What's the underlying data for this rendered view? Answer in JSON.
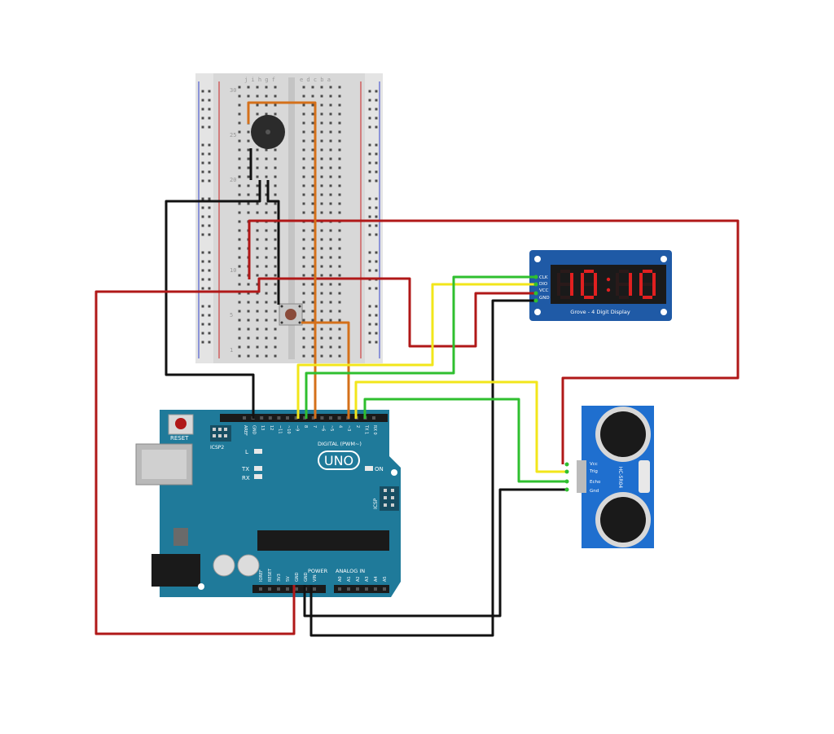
{
  "breadboard": {
    "rows_top": [
      "30",
      "25",
      "20"
    ],
    "rows_bottom": [
      "10",
      "5",
      "1"
    ],
    "cols_left": "j i h g f",
    "cols_right": "e d c b a"
  },
  "display": {
    "digits": "1010",
    "caption": "Grove - 4 Digit Display",
    "pins": [
      "CLK",
      "DIO",
      "VCC",
      "GND"
    ]
  },
  "sensor": {
    "model": "HC-SR04",
    "pins": [
      "Vcc",
      "Trig",
      "Echo",
      "Gnd"
    ]
  },
  "arduino": {
    "logo": "UNO",
    "reset_label": "RESET",
    "icsp2_label": "ICSP2",
    "icsp_label": "ICSP",
    "digital_label": "DIGITAL (PWM~)",
    "power_label": "POWER",
    "analog_label": "ANALOG IN",
    "on_label": "ON",
    "l_label": "L",
    "tx_label": "TX",
    "rx_label": "RX",
    "digital_pins": [
      "AREF",
      "GND",
      "13",
      "12",
      "~11",
      "~10",
      "~9",
      "8",
      "7",
      "~6",
      "~5",
      "4",
      "~3",
      "2",
      "TX 1",
      "RX 0"
    ],
    "power_pins": [
      "IOREF",
      "RESET",
      "3V3",
      "5V",
      "GND",
      "GND",
      "VIN"
    ],
    "analog_pins": [
      "A0",
      "A1",
      "A2",
      "A3",
      "A4",
      "A5"
    ]
  },
  "colors": {
    "board": "#1f7a9a",
    "red_wire": "#b01818",
    "black_wire": "#111111",
    "orange_wire": "#d4701a",
    "yellow_wire": "#f2e61a",
    "green_wire": "#2fbf2f",
    "segment": "#e02020"
  }
}
